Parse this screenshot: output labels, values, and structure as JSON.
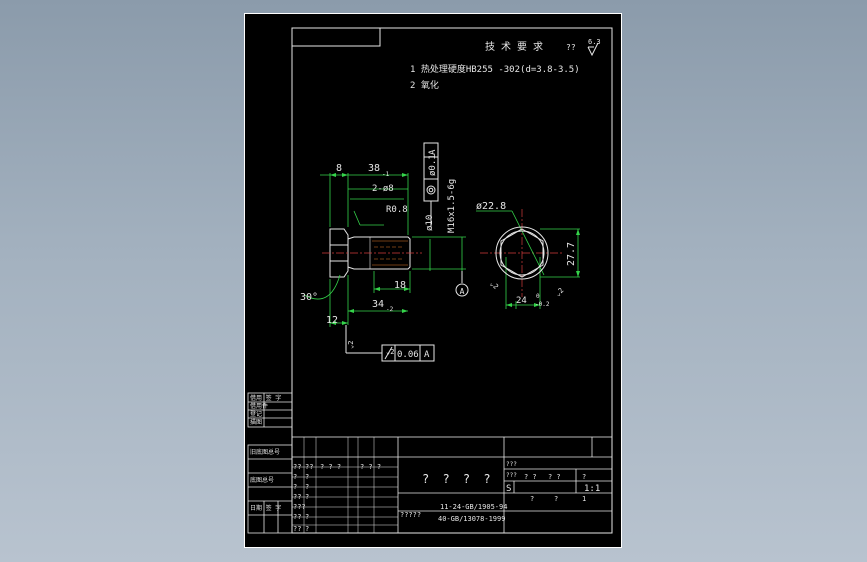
{
  "tech_req": {
    "title": "技 术 要 求",
    "roughness_mark": "??",
    "roughness_value": "6.3",
    "item1": "1 热处理硬度HB255 -302(d=3.8-3.5)",
    "item2": "2 氧化"
  },
  "dims": {
    "d8": "8",
    "d38": "38",
    "d38_tol": "-1",
    "chamfer": "2-ø8",
    "radius": "R0.8",
    "d10": "ø10",
    "thread": "M16x1.5-6g",
    "conc_value": "ø0.1",
    "conc_datum": "A",
    "d18": "18",
    "d34": "34",
    "d34_tol": "-2",
    "angle": "30°",
    "d12": "12",
    "d22_8": "ø22.8",
    "d27_7": "27.7",
    "d24": "24",
    "d24_tol": "-0.2",
    "datum": "A",
    "runout_value": "0.06",
    "runout_datum": "A",
    "rough_a": "⌄2",
    "rough_b": "⌄2",
    "rough_c": "⌄2",
    "rough_d": "⌄2",
    "zero": "0"
  },
  "left_table": {
    "r1": "借用  签 字",
    "r2": "借用件",
    "r3": "登记",
    "r4": "描图",
    "r5": "旧底图总号",
    "r6": "底图总号",
    "r7": "日期  签 字"
  },
  "title_block": {
    "name": "? ? ? ?",
    "qmarks3": "? ? ?",
    "qmarks2": "? ?",
    "qq": "??",
    "small_q": "???",
    "s_label": "S",
    "scale": "1:1",
    "std1": "11-24-GB/1905-94",
    "std2": "40-GB/13078-1999",
    "code": "?????",
    "mark_q": "?",
    "one": "1",
    "material_q": "? ? ?"
  }
}
